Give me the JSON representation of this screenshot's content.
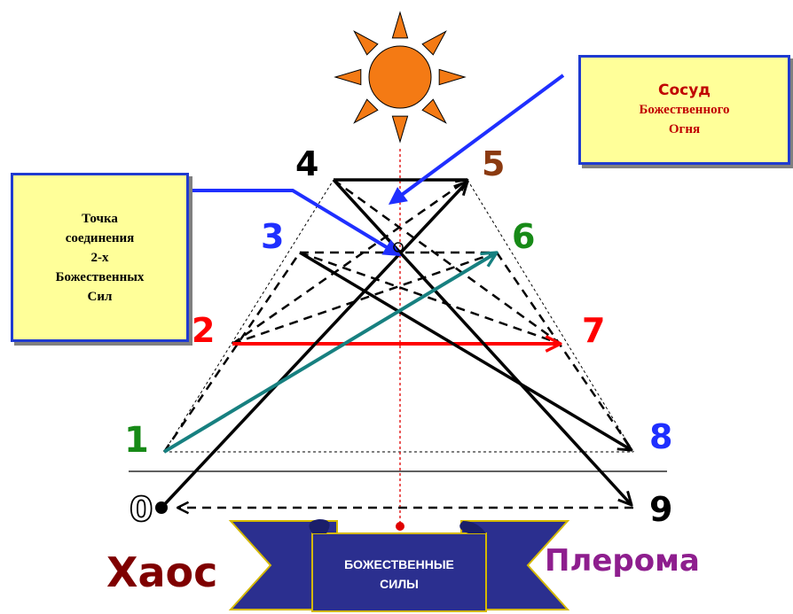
{
  "points": [
    {
      "label": "0",
      "color": "#000000"
    },
    {
      "label": "1",
      "color": "#178a17"
    },
    {
      "label": "2",
      "color": "#ff0000"
    },
    {
      "label": "3",
      "color": "#1f2fff"
    },
    {
      "label": "4",
      "color": "#000000"
    },
    {
      "label": "5",
      "color": "#8b3a10"
    },
    {
      "label": "6",
      "color": "#178a17"
    },
    {
      "label": "7",
      "color": "#ff0000"
    },
    {
      "label": "8",
      "color": "#1f2fff"
    },
    {
      "label": "9",
      "color": "#000000"
    }
  ],
  "callouts": {
    "left": [
      "Точка",
      "соединения",
      "2-х",
      "Божественных",
      "Сил"
    ],
    "right": [
      "Сосуд",
      "Божественного",
      "Огня"
    ]
  },
  "labels": {
    "chaos": "Хаос",
    "chaos_color": "#7f0000",
    "pleroma": "Плерома",
    "pleroma_color": "#8e1e8e"
  },
  "banner": {
    "line1": "БОЖЕСТВЕННЫЕ",
    "line2": "СИЛЫ",
    "color": "#2b2f8f"
  },
  "sun_color": "#f47a14",
  "teal_arrow_color": "#178080"
}
